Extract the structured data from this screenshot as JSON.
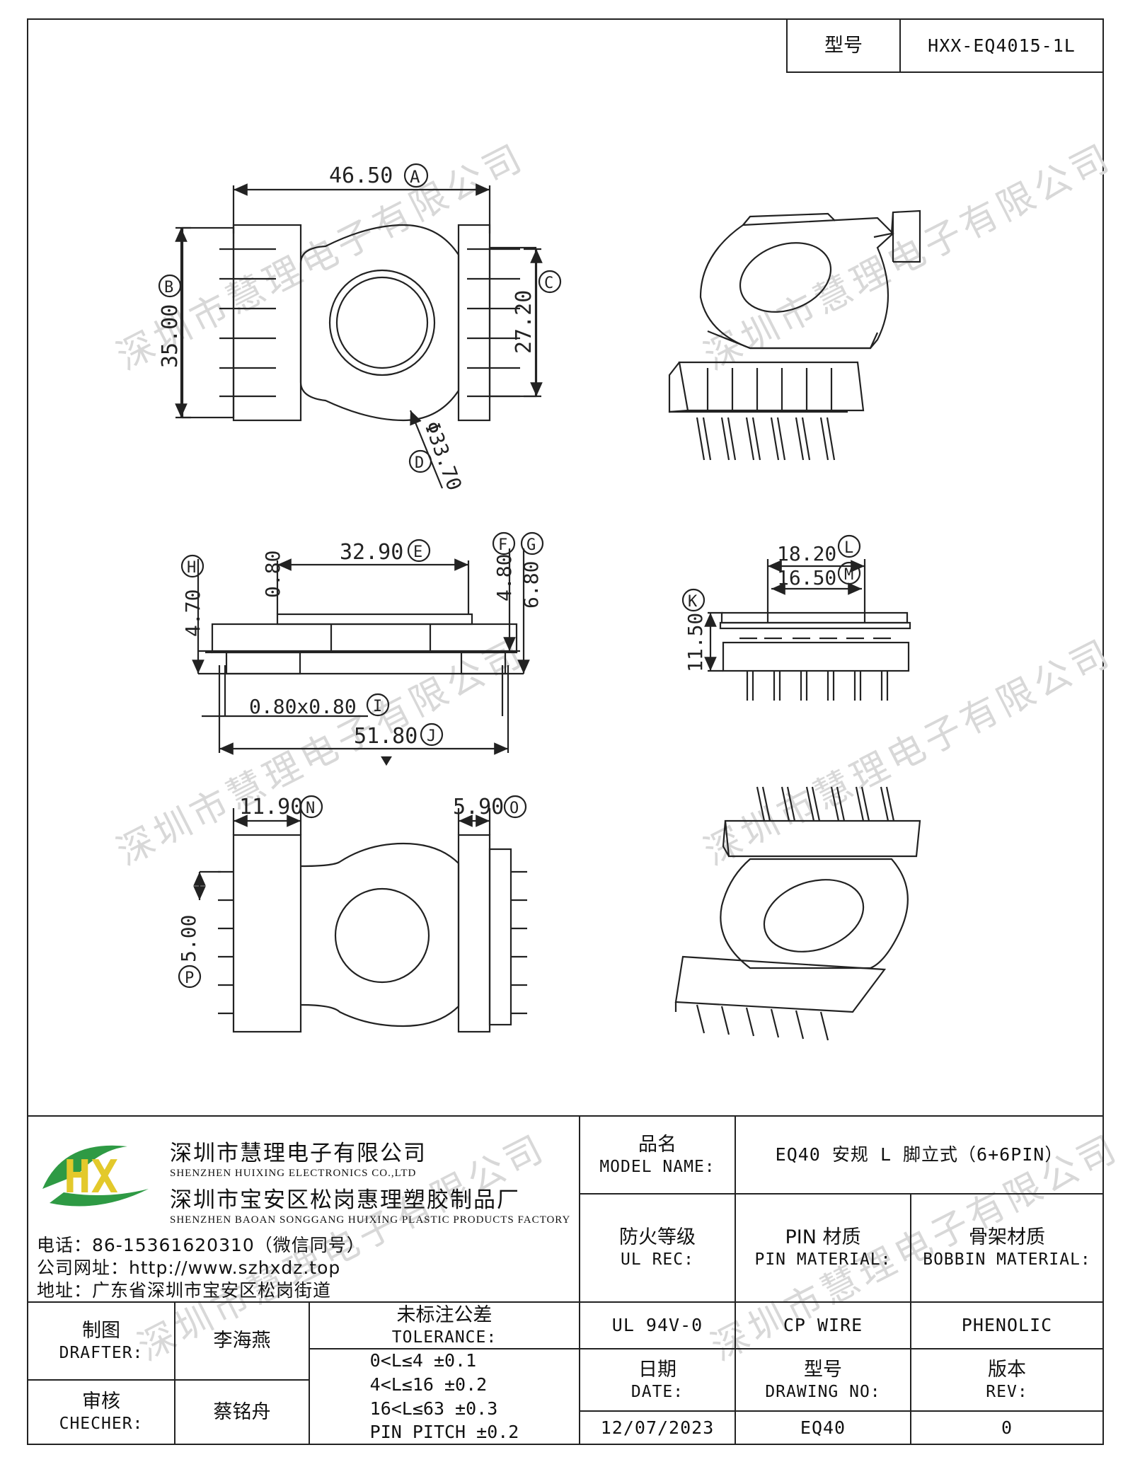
{
  "header": {
    "model_label": "型号",
    "model_value": "HXX-EQ4015-1L"
  },
  "watermark": "深圳市慧理电子有限公司",
  "dimensions": {
    "A": {
      "value": "46.50",
      "letter": "A"
    },
    "B": {
      "value": "35.00",
      "letter": "B"
    },
    "C": {
      "value": "27.20",
      "letter": "C"
    },
    "D": {
      "value": "Φ33.70",
      "letter": "D"
    },
    "E": {
      "value": "32.90",
      "letter": "E"
    },
    "F": {
      "value": "4.80",
      "letter": "F"
    },
    "G": {
      "value": "6.80",
      "letter": "G"
    },
    "H": {
      "value": "4.70",
      "letter": "H"
    },
    "I": {
      "value": "0.80x0.80",
      "letter": "I"
    },
    "J": {
      "value": "51.80",
      "letter": "J"
    },
    "K": {
      "value": "11.50",
      "letter": "K"
    },
    "L": {
      "value": "18.20",
      "letter": "L"
    },
    "M": {
      "value": "16.50",
      "letter": "M"
    },
    "N": {
      "value": "11.90",
      "letter": "N"
    },
    "O": {
      "value": "5.90",
      "letter": "O"
    },
    "P": {
      "value": "5.00",
      "letter": "P"
    },
    "side_top": "0.80"
  },
  "company": {
    "logo_text": "HX",
    "name_zh_1": "深圳市慧理电子有限公司",
    "name_en_1": "SHENZHEN HUIXING ELECTRONICS CO.,LTD",
    "name_zh_2": "深圳市宝安区松岗惠理塑胶制品厂",
    "name_en_2": "SHENZHEN BAOAN SONGGANG HUIXING PLASTIC PRODUCTS FACTORY",
    "phone": "电话：86-15361620310（微信同号）",
    "website": "公司网址：http://www.szhxdz.top",
    "address": "地址：广东省深圳市宝安区松岗街道"
  },
  "title_block": {
    "model_name_zh": "品名",
    "model_name_en": "MODEL NAME:",
    "model_name_value": "EQ40 安规 L 脚立式（6+6PIN）",
    "ul_zh": "防火等级",
    "ul_en": "UL REC:",
    "ul_value": "UL 94V-0",
    "pin_zh": "PIN 材质",
    "pin_en": "PIN MATERIAL:",
    "pin_value": "CP WIRE",
    "bobbin_zh": "骨架材质",
    "bobbin_en": "BOBBIN MATERIAL:",
    "bobbin_value": "PHENOLIC",
    "drafter_zh": "制图",
    "drafter_en": "DRAFTER:",
    "drafter_value": "李海燕",
    "checker_zh": "审核",
    "checker_en": "CHECHER:",
    "checker_value": "蔡铭舟",
    "tol_zh": "未标注公差",
    "tol_en": "TOLERANCE:",
    "tol_lines": [
      "0<L≤4   ±0.1",
      "4<L≤16  ±0.2",
      "16<L≤63 ±0.3",
      "PIN PITCH ±0.2"
    ],
    "date_zh": "日期",
    "date_en": "DATE:",
    "date_value": "12/07/2023",
    "drawing_zh": "型号",
    "drawing_en": "DRAWING NO:",
    "drawing_value": "EQ40",
    "rev_zh": "版本",
    "rev_en": "REV:",
    "rev_value": "0"
  }
}
